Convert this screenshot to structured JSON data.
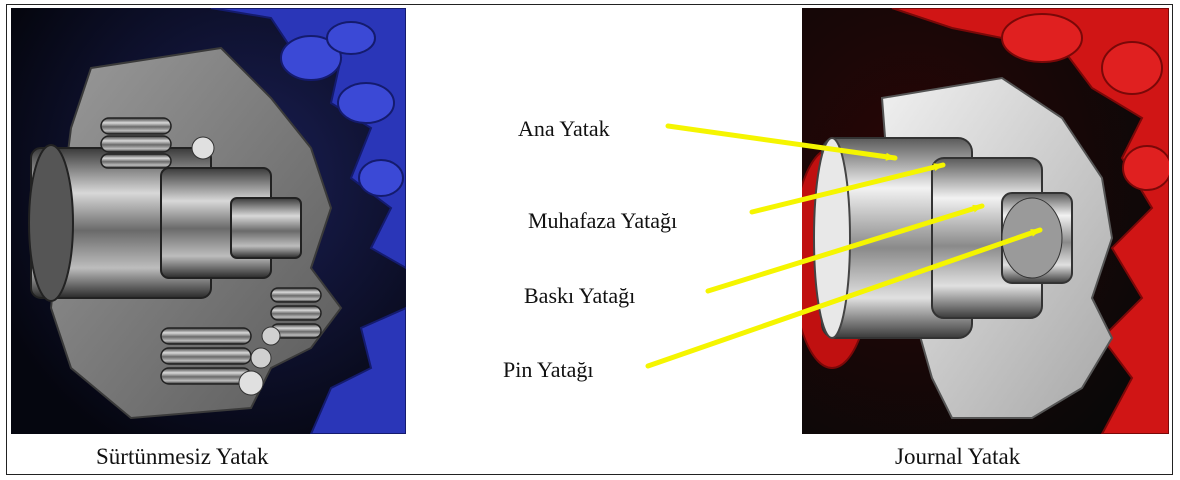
{
  "left_figure": {
    "caption": "Sürtünmesiz Yatak"
  },
  "right_figure": {
    "caption": "Journal Yatak"
  },
  "callouts": [
    {
      "label": "Ana Yatak"
    },
    {
      "label": "Muhafaza Yatağı"
    },
    {
      "label": "Baskı Yatağı"
    },
    {
      "label": "Pin Yatağı"
    }
  ],
  "colors": {
    "arrow": "#f5f500",
    "left_accent": "#2a36b8",
    "right_accent": "#d01515",
    "metal": "#8c8c8c"
  }
}
